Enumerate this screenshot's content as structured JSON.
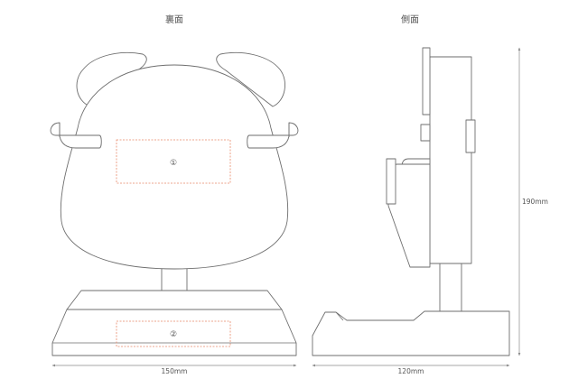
{
  "views": {
    "back_title": "裏面",
    "side_title": "側面"
  },
  "print_areas": {
    "area1_label": "①",
    "area2_label": "②",
    "color": "#e8896a"
  },
  "dimensions": {
    "back_width": "150mm",
    "side_width": "120mm",
    "height": "190mm"
  },
  "colors": {
    "outline": "#6e6e6e",
    "dimension_line": "#8a8a8a"
  }
}
